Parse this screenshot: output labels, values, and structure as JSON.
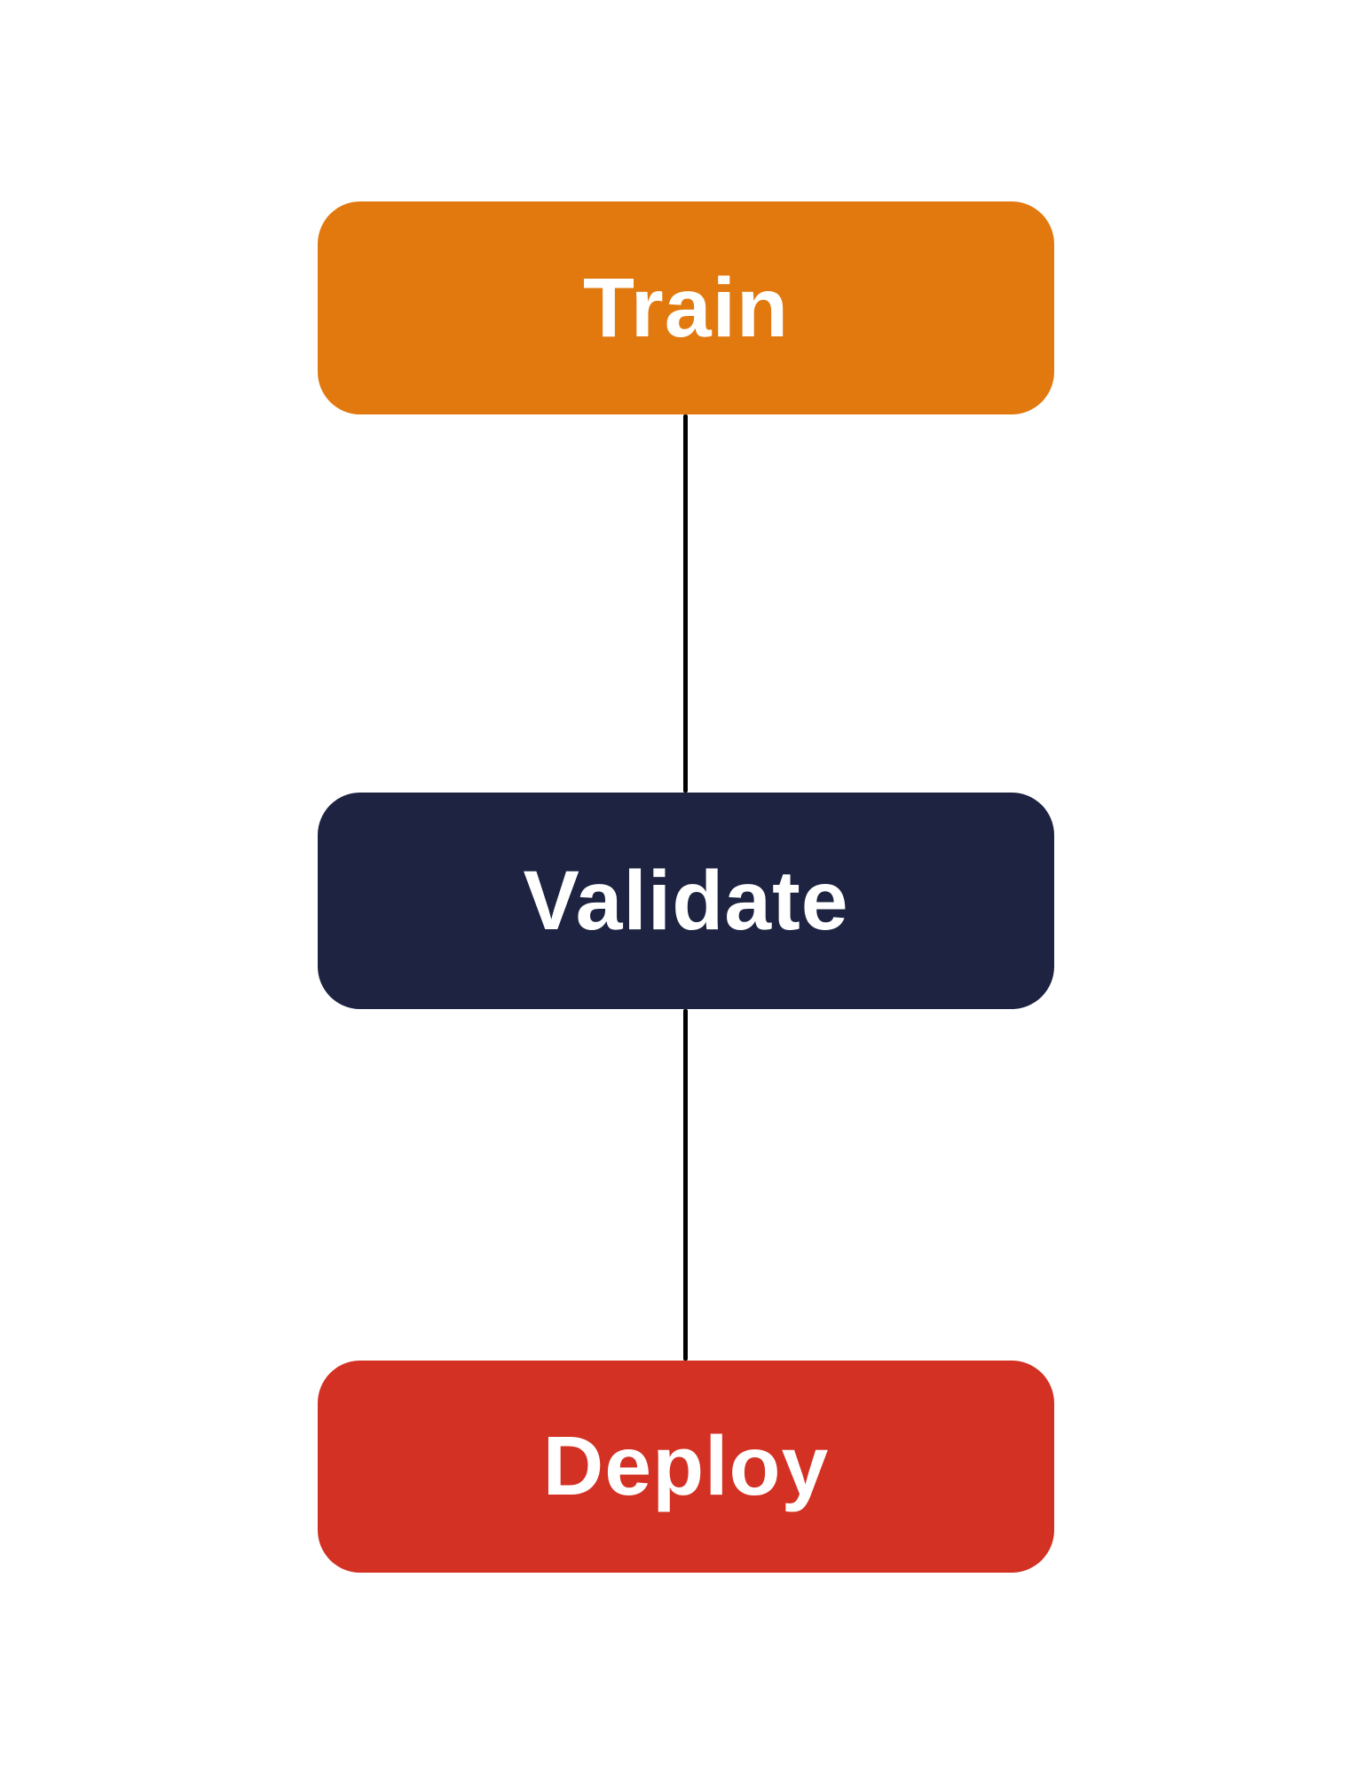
{
  "diagram": {
    "type": "flowchart",
    "orientation": "vertical",
    "background_color": "#FFFFFF",
    "connector_color": "#000000",
    "label_color": "#FFFFFF",
    "nodes": [
      {
        "id": "train",
        "label": "Train",
        "color": "#E2790F"
      },
      {
        "id": "validate",
        "label": "Validate",
        "color": "#1D2341"
      },
      {
        "id": "deploy",
        "label": "Deploy",
        "color": "#D33123"
      }
    ],
    "edges": [
      {
        "from": "train",
        "to": "validate"
      },
      {
        "from": "validate",
        "to": "deploy"
      }
    ]
  }
}
